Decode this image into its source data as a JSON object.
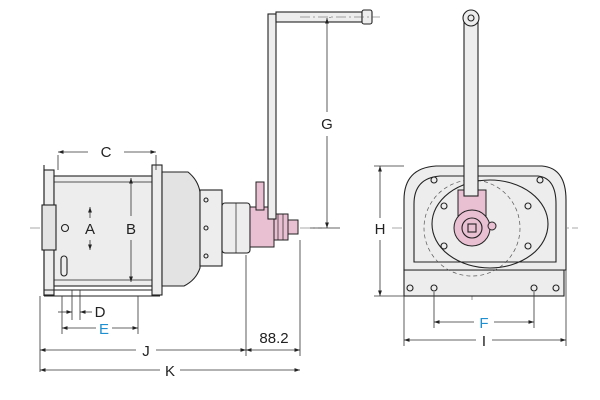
{
  "labels": {
    "A": "A",
    "B": "B",
    "C": "C",
    "D": "D",
    "E": "E",
    "F": "F",
    "G": "G",
    "H": "H",
    "I": "I",
    "J": "J",
    "K": "K",
    "handle_offset": "88.2"
  },
  "colors": {
    "accent_label": "#1e8fd0",
    "gear_housing": "#e9bfd2",
    "body_shade": "#e3e3e3"
  }
}
